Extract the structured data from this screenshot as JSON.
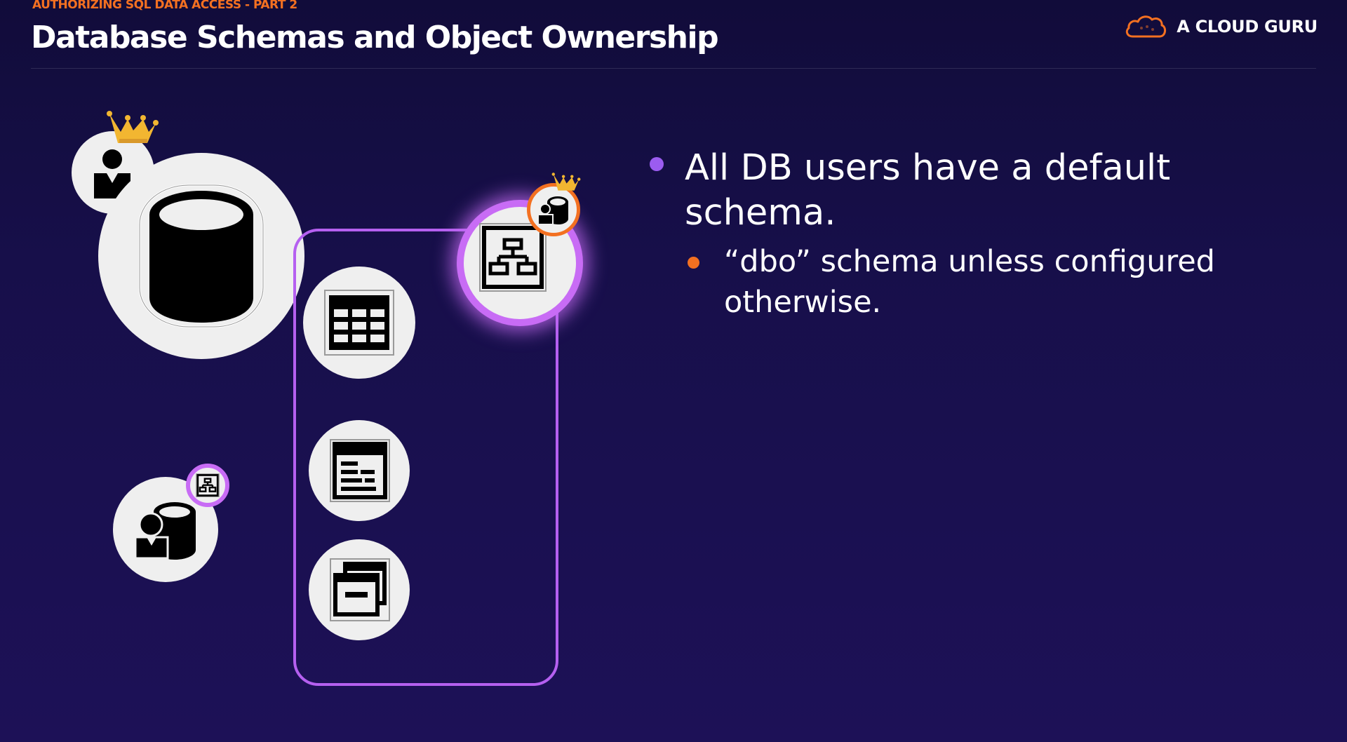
{
  "header": {
    "kicker": "AUTHORIZING SQL DATA ACCESS - PART 2",
    "title": "Database Schemas and Object Ownership"
  },
  "brand": {
    "logo_icon": "cloud-logo-icon",
    "name": "A CLOUD GURU"
  },
  "diagram": {
    "icons": [
      "database-icon",
      "owner-user-icon",
      "crown-icon",
      "schema-icon",
      "database-user-icon",
      "table-icon",
      "view-icon",
      "stored-procedure-icon"
    ]
  },
  "bullets": [
    {
      "text": "All DB users have a default schema.",
      "sub": [
        {
          "text": "“dbo” schema unless configured otherwise."
        }
      ]
    }
  ],
  "colors": {
    "background": "#170f4a",
    "accent_orange": "#f37021",
    "accent_purple": "#b560f0",
    "bullet_purple": "#9b5cf0",
    "crown_gold": "#f2b631",
    "icon_background": "#efefef"
  }
}
